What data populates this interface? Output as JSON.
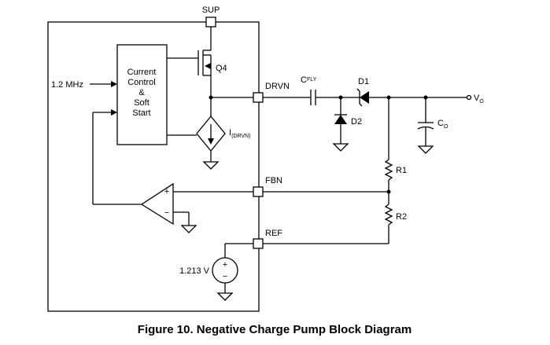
{
  "labels": {
    "sup": "SUP",
    "clock": "1.2 MHz",
    "block_line1": "Current",
    "block_line2": "Control",
    "block_line3": "&",
    "block_line4": "Soft",
    "block_line5": "Start",
    "q4": "Q4",
    "drvn": "DRVN",
    "i_drvn_main": "I",
    "i_drvn_sub": "(DRVN)",
    "cfly_main": "C",
    "cfly_sub": "FLY",
    "d1": "D1",
    "d2": "D2",
    "vo_main": "V",
    "vo_sub": "O",
    "co_main": "C",
    "co_sub": "O",
    "r1": "R1",
    "r2": "R2",
    "fbn": "FBN",
    "ref": "REF",
    "vref": "1.213 V",
    "opamp_plus": "+",
    "opamp_minus": "−",
    "src_plus": "+",
    "src_minus": "−"
  },
  "caption": "Figure 10.  Negative Charge Pump Block Diagram"
}
